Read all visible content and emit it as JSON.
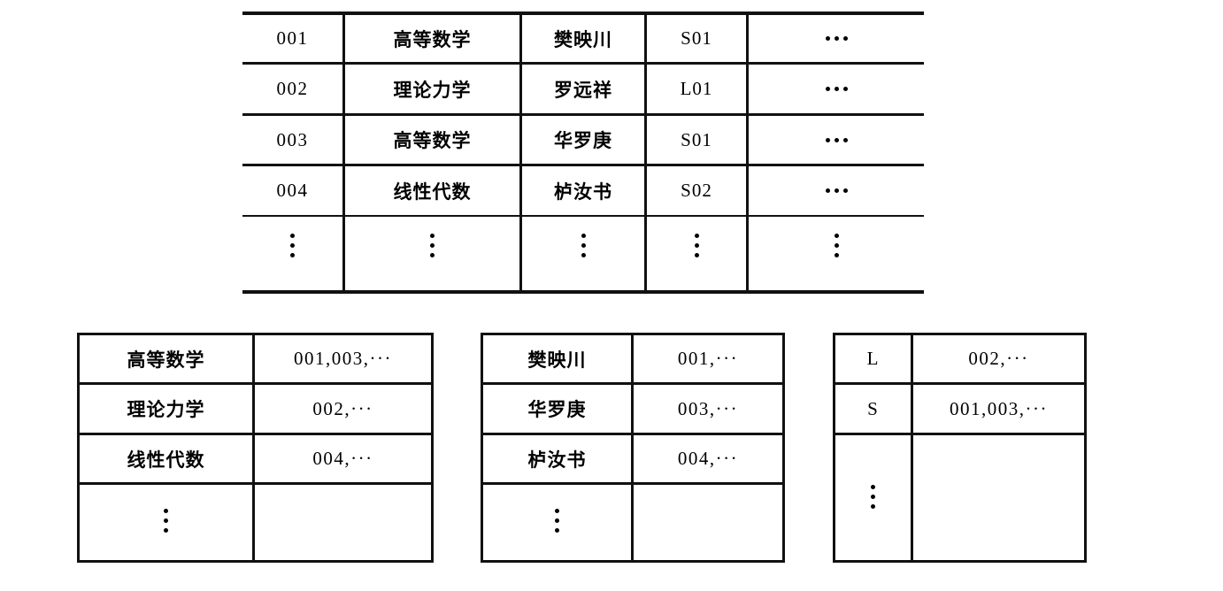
{
  "figure": {
    "kind": "inverted-index-diagram",
    "ellipsis_horizontal": "···",
    "ellipsis_vertical": "⋮"
  },
  "main_table": {
    "name": "course-records-table",
    "columns": [
      "course_no",
      "course_name",
      "teacher",
      "room",
      "more"
    ],
    "rows": [
      {
        "course_no": "001",
        "course_name": "高等数学",
        "teacher": "樊映川",
        "room": "S01",
        "more": "···"
      },
      {
        "course_no": "002",
        "course_name": "理论力学",
        "teacher": "罗远祥",
        "room": "L01",
        "more": "···"
      },
      {
        "course_no": "003",
        "course_name": "高等数学",
        "teacher": "华罗庚",
        "room": "S01",
        "more": "···"
      },
      {
        "course_no": "004",
        "course_name": "线性代数",
        "teacher": "栌汝书",
        "room": "S02",
        "more": "···"
      },
      {
        "course_no": "⋮",
        "course_name": "⋮",
        "teacher": "⋮",
        "room": "⋮",
        "more": "⋮"
      }
    ]
  },
  "index_tables": [
    {
      "name": "index-by-course-name",
      "rows": [
        {
          "key": "高等数学",
          "postings": "001,003,···"
        },
        {
          "key": "理论力学",
          "postings": "002,···"
        },
        {
          "key": "线性代数",
          "postings": "004,···"
        },
        {
          "key": "⋮",
          "postings": ""
        }
      ]
    },
    {
      "name": "index-by-teacher",
      "rows": [
        {
          "key": "樊映川",
          "postings": "001,···"
        },
        {
          "key": "华罗庚",
          "postings": "003,···"
        },
        {
          "key": "栌汝书",
          "postings": "004,···"
        },
        {
          "key": "⋮",
          "postings": ""
        }
      ]
    },
    {
      "name": "index-by-building",
      "rows": [
        {
          "key": "L",
          "postings": "002,···"
        },
        {
          "key": "S",
          "postings": "001,003,···"
        },
        {
          "key": "⋮",
          "postings": ""
        }
      ]
    }
  ],
  "colors": {
    "ink": "#111111",
    "paper": "#ffffff"
  }
}
